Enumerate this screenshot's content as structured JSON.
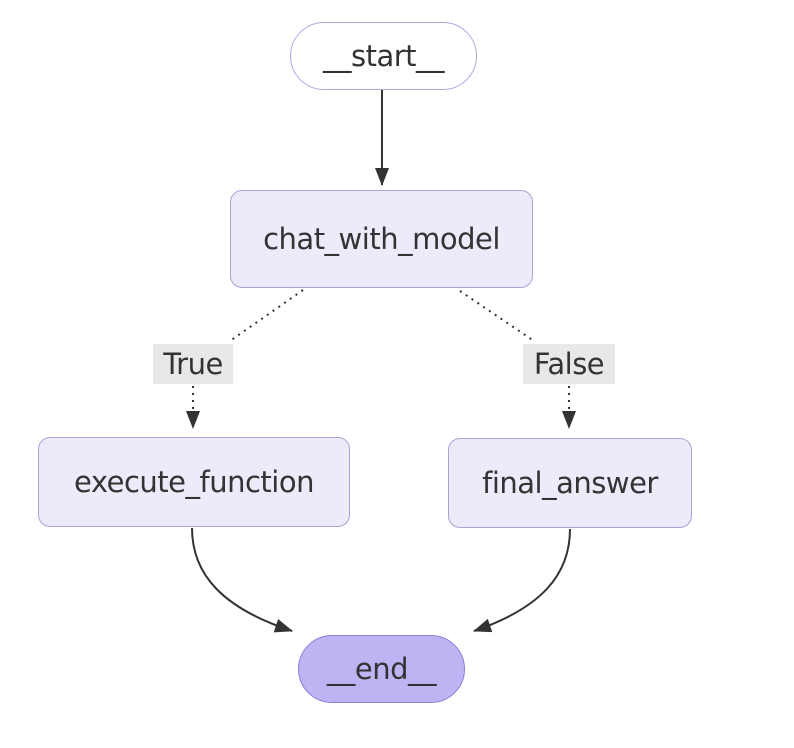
{
  "diagram": {
    "type": "flowchart",
    "direction": "top-down",
    "nodes": [
      {
        "id": "__start__",
        "label": "__start__",
        "shape": "stadium",
        "style": "outline"
      },
      {
        "id": "chat_with_model",
        "label": "chat_with_model",
        "shape": "rounded-rect",
        "style": "light"
      },
      {
        "id": "execute_function",
        "label": "execute_function",
        "shape": "rounded-rect",
        "style": "light"
      },
      {
        "id": "final_answer",
        "label": "final_answer",
        "shape": "rounded-rect",
        "style": "light"
      },
      {
        "id": "__end__",
        "label": "__end__",
        "shape": "stadium",
        "style": "filled"
      }
    ],
    "edges": [
      {
        "from": "__start__",
        "to": "chat_with_model",
        "style": "solid",
        "label": ""
      },
      {
        "from": "chat_with_model",
        "to": "execute_function",
        "style": "dotted",
        "label": "True"
      },
      {
        "from": "chat_with_model",
        "to": "final_answer",
        "style": "dotted",
        "label": "False"
      },
      {
        "from": "execute_function",
        "to": "__end__",
        "style": "solid",
        "label": ""
      },
      {
        "from": "final_answer",
        "to": "__end__",
        "style": "solid",
        "label": ""
      }
    ],
    "colors": {
      "canvas_bg": "#ffffff",
      "node_fill": "#edeafa",
      "node_border": "#aaa2da",
      "start_fill": "#ffffff",
      "start_border": "#b1a8de",
      "end_fill": "#beb3f3",
      "end_border": "#8d7fd6",
      "edge_color": "#333333",
      "label_bg": "#e8e8e8",
      "text_color": "#333333"
    }
  }
}
